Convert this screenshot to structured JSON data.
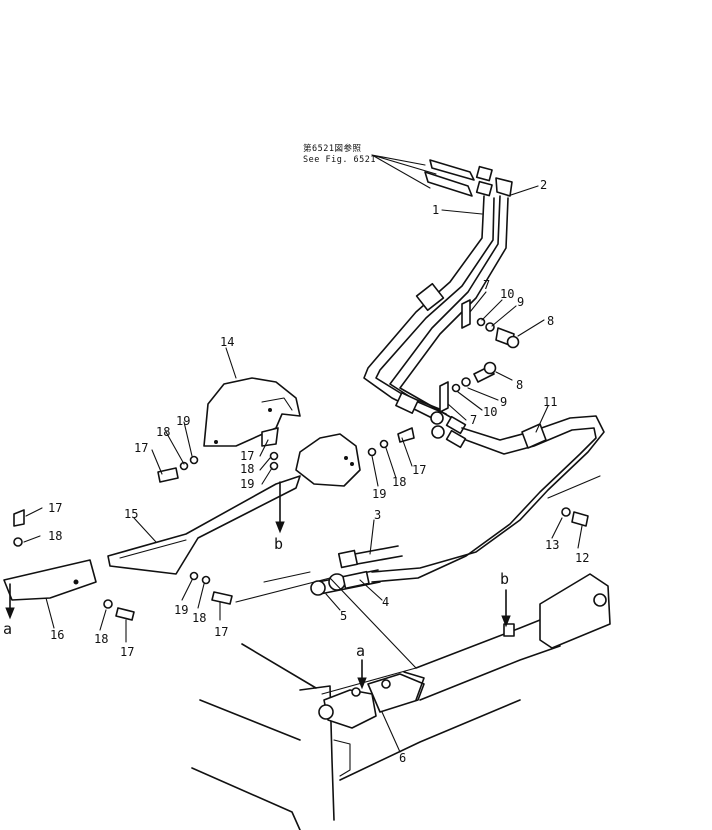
{
  "reference": {
    "line1": "第6521図参照",
    "line2": "See Fig. 6521"
  },
  "callouts": {
    "p1": "1",
    "p2": "2",
    "p3": "3",
    "p4": "4",
    "p5": "5",
    "p6": "6",
    "p7a": "7",
    "p7b": "7",
    "p8a": "8",
    "p8b": "8",
    "p9a": "9",
    "p9b": "9",
    "p10a": "10",
    "p10b": "10",
    "p11": "11",
    "p12": "12",
    "p13": "13",
    "p14": "14",
    "p15": "15",
    "p16": "16",
    "p17a": "17",
    "p17b": "17",
    "p17c": "17",
    "p17d": "17",
    "p17e": "17",
    "p17f": "17",
    "p18a": "18",
    "p18b": "18",
    "p18c": "18",
    "p18d": "18",
    "p18e": "18",
    "p18f": "18",
    "p19a": "19",
    "p19b": "19",
    "p19c": "19",
    "p19d": "19"
  },
  "markers": {
    "a_left": "a",
    "a_center": "a",
    "b_center": "b",
    "b_right": "b"
  }
}
